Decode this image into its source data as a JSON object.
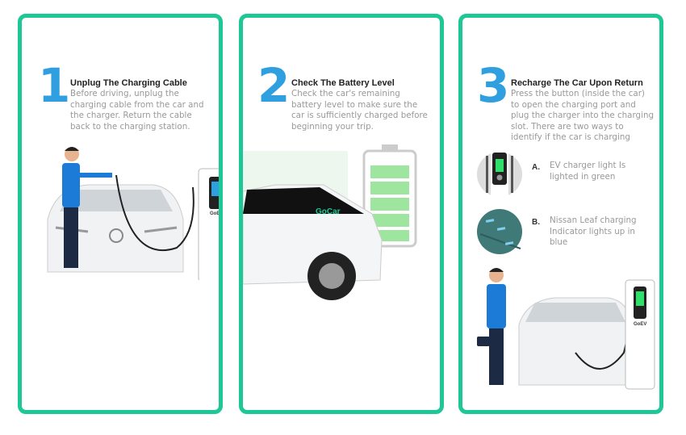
{
  "accent_color": "#1ec796",
  "number_color": "#2f9fe0",
  "steps": [
    {
      "number": "1",
      "title": "Unplug The Charging Cable",
      "description": "Before driving, unplug the charging cable from the car and the charger. Return the cable back to the charging station.",
      "illustration": "person-unplugging-charger"
    },
    {
      "number": "2",
      "title": "Check The Battery Level",
      "description": "Check the car's remaining battery level to make sure the car is sufficiently charged before beginning your trip.",
      "illustration": "car-with-battery",
      "car_brand": "GoCar"
    },
    {
      "number": "3",
      "title": "Recharge The Car Upon Return",
      "description": "Press the button (inside the car) to open the charging port and plug the charger into the charging slot. There are two ways to identify if the car is charging",
      "options": [
        {
          "letter": "A.",
          "text": "EV charger light Is lighted in green",
          "icon": "ev-charger-light-icon"
        },
        {
          "letter": "B.",
          "text": "Nissan Leaf charging Indicator lights up in blue",
          "icon": "dashboard-indicator-icon"
        }
      ],
      "illustration": "person-with-charger"
    }
  ],
  "charger_brand": "GoEV"
}
